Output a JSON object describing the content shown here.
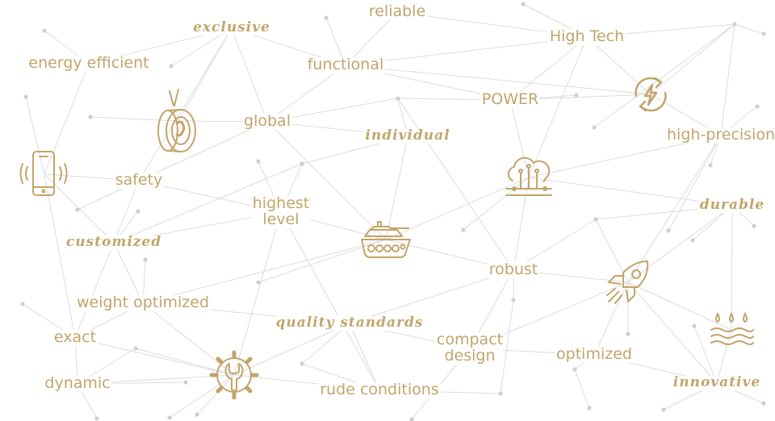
{
  "accent_color": "#c2a56a",
  "line_color": "#dcdcdc",
  "keywords": [
    {
      "id": "reliable",
      "text": "reliable",
      "style": "plain"
    },
    {
      "id": "exclusive",
      "text": "exclusive",
      "style": "script"
    },
    {
      "id": "energy-efficient",
      "text": "energy efficient",
      "style": "plain"
    },
    {
      "id": "functional",
      "text": "functional",
      "style": "plain"
    },
    {
      "id": "high-tech",
      "text": "High Tech",
      "style": "plain"
    },
    {
      "id": "power",
      "text": "POWER",
      "style": "plain"
    },
    {
      "id": "global",
      "text": "global",
      "style": "plain"
    },
    {
      "id": "individual",
      "text": "individual",
      "style": "script"
    },
    {
      "id": "high-precision",
      "text": "high-precision",
      "style": "plain"
    },
    {
      "id": "safety",
      "text": "safety",
      "style": "plain"
    },
    {
      "id": "highest-level",
      "text": "highest\nlevel",
      "style": "plain"
    },
    {
      "id": "durable",
      "text": "durable",
      "style": "script"
    },
    {
      "id": "customized",
      "text": "customized",
      "style": "script"
    },
    {
      "id": "robust",
      "text": "robust",
      "style": "plain"
    },
    {
      "id": "weight-optimized",
      "text": "weight optimized",
      "style": "plain"
    },
    {
      "id": "quality-standards",
      "text": "quality standards",
      "style": "script"
    },
    {
      "id": "exact",
      "text": "exact",
      "style": "plain"
    },
    {
      "id": "compact-design",
      "text": "compact\ndesign",
      "style": "plain"
    },
    {
      "id": "optimized",
      "text": "optimized",
      "style": "plain"
    },
    {
      "id": "dynamic",
      "text": "dynamic",
      "style": "plain"
    },
    {
      "id": "rude-conditions",
      "text": "rude conditions",
      "style": "plain"
    },
    {
      "id": "innovative",
      "text": "innovative",
      "style": "script"
    }
  ],
  "icons": [
    {
      "id": "smartphone",
      "icon": "smartphone-icon"
    },
    {
      "id": "bearing",
      "icon": "bearing-icon"
    },
    {
      "id": "power-cycle",
      "icon": "power-cycle-icon"
    },
    {
      "id": "cloud-circuit",
      "icon": "cloud-circuit-icon"
    },
    {
      "id": "tank",
      "icon": "tank-icon"
    },
    {
      "id": "rocket",
      "icon": "rocket-icon"
    },
    {
      "id": "water",
      "icon": "water-icon"
    },
    {
      "id": "gear-wrench",
      "icon": "gear-wrench-icon"
    }
  ]
}
